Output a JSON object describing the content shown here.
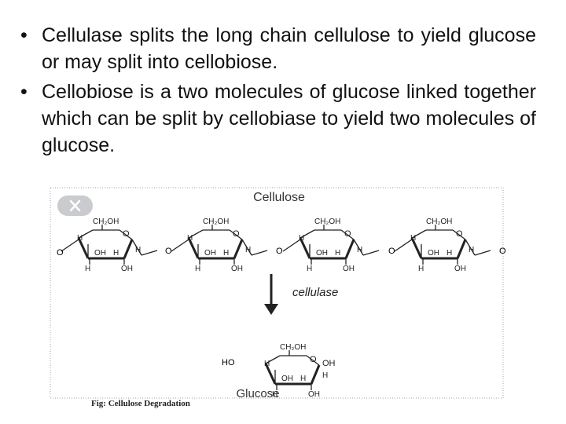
{
  "bullets": [
    {
      "marker": "•",
      "text": "Cellulase splits the long chain cellulose to yield glucose or may split into cellobiose."
    },
    {
      "marker": "•",
      "text": " Cellobiose is a two molecules of glucose linked together which can be split by cellobiase to yield two molecules of glucose."
    }
  ],
  "diagram": {
    "title": "Cellulose",
    "arrow_label": "cellulase",
    "product_label": "Glucose",
    "caption": "Fig: Cellulose Degradation",
    "ring_labels": {
      "ch2oh": "CH₂OH",
      "ring_o": "O",
      "h": "H",
      "oh": "OH",
      "bridge_o": "O",
      "ho": "HO"
    }
  },
  "colors": {
    "text": "#111111",
    "frame": "#b0b4ba",
    "close_button": "#c9cbce"
  },
  "icons": {
    "close": "close-icon",
    "arrow": "down-arrow-icon"
  }
}
